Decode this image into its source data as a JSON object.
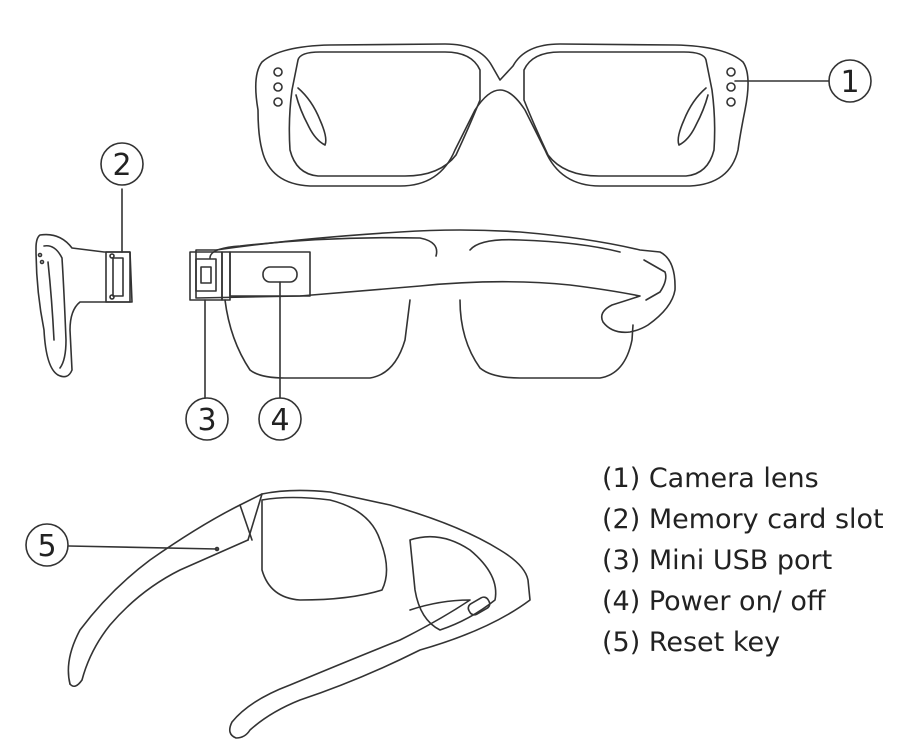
{
  "callouts": [
    {
      "num": "1"
    },
    {
      "num": "2"
    },
    {
      "num": "3"
    },
    {
      "num": "4"
    },
    {
      "num": "5"
    }
  ],
  "legend": [
    "(1) Camera lens",
    "(2) Memory card slot",
    "(3) Mini USB port",
    "(4) Power on/ off",
    "(5) Reset key"
  ],
  "colors": {
    "line": "#333333",
    "background": "#ffffff"
  }
}
